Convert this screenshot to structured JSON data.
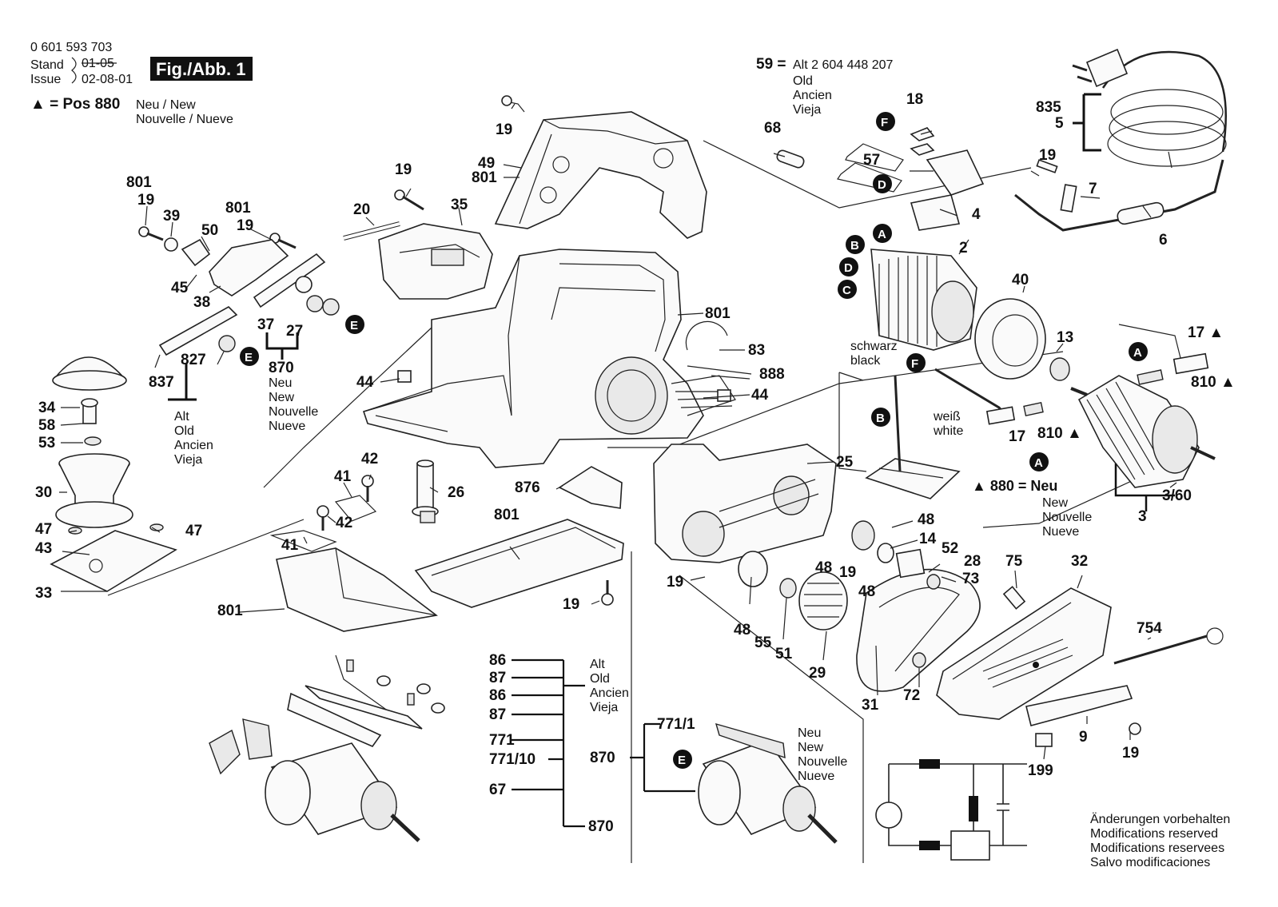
{
  "header": {
    "doc_number": "0 601 593 703",
    "stand_label": "Stand",
    "issue_label": "Issue",
    "old_date": "01-05",
    "issue_date": "02-08-01",
    "fig_badge": "Fig./Abb. 1",
    "pos_prefix": "▲ = Pos 880",
    "pos_note_1": "Neu / New",
    "pos_note_2": "Nouvelle / Nueve"
  },
  "alt_note": {
    "prefix": "59 =",
    "part_no": "Alt 2 604 448 207",
    "l1": "Old",
    "l2": "Ancien",
    "l3": "Vieja"
  },
  "note_blocks": {
    "alt_left": [
      "Alt",
      "Old",
      "Ancien",
      "Vieja"
    ],
    "neu_870": [
      "Neu",
      "New",
      "Nouvelle",
      "Nueve"
    ],
    "alt_blades": [
      "Alt",
      "Old",
      "Ancien",
      "Vieja"
    ],
    "neu_blades": [
      "Neu",
      "New",
      "Nouvelle",
      "Nueve"
    ],
    "neu_880": [
      "Neu",
      "New",
      "Nouvelle",
      "Nueve"
    ]
  },
  "wires": {
    "black_de": "schwarz",
    "black_en": "black",
    "white_de": "weiß",
    "white_en": "white"
  },
  "pos880": "▲ 880 = Neu",
  "footer": [
    "Änderungen vorbehalten",
    "Modifications reserved",
    "Modifications reservees",
    "Salvo modificaciones"
  ],
  "callouts": {
    "c835": "835",
    "c5": "5",
    "c19a": "19",
    "c7": "7",
    "c6": "6",
    "c18": "18",
    "c68": "68",
    "c57": "57",
    "c4": "4",
    "c19b": "19",
    "c49": "49",
    "c801a": "801",
    "c19c": "19",
    "c35": "35",
    "c20": "20",
    "c801b": "801",
    "c19d": "19",
    "c39": "39",
    "c50": "50",
    "c801c": "801",
    "c19e": "19",
    "c45": "45",
    "c38": "38",
    "c37": "37",
    "c27": "27",
    "c870a": "870",
    "c837": "837",
    "c827": "827",
    "c34": "34",
    "c58": "58",
    "c53": "53",
    "c30": "30",
    "c47a": "47",
    "c47b": "47",
    "c43": "43",
    "c33": "33",
    "c44a": "44",
    "c44b": "44",
    "c801d": "801",
    "c83": "83",
    "c888": "888",
    "c2": "2",
    "c40": "40",
    "c13": "13",
    "c17a": "17 ▲",
    "c810a": "810 ▲",
    "c17b": "17",
    "c810b": "810 ▲",
    "c360": "3/60",
    "c3": "3",
    "c42a": "42",
    "c41a": "41",
    "c42b": "42",
    "c41b": "41",
    "c26": "26",
    "c876": "876",
    "c801e": "801",
    "c801f": "801",
    "c19f": "19",
    "c25": "25",
    "c48a": "48",
    "c14": "14",
    "c52": "52",
    "c28": "28",
    "c73": "73",
    "c48b": "48",
    "c19g": "19",
    "c48c": "48",
    "c19h": "19",
    "c48d": "48",
    "c55": "55",
    "c51": "51",
    "c29": "29",
    "c75": "75",
    "c32": "32",
    "c31": "31",
    "c72": "72",
    "c754": "754",
    "c9": "9",
    "c19i": "19",
    "c199": "199",
    "c86a": "86",
    "c87a": "87",
    "c86b": "86",
    "c87b": "87",
    "c771": "771",
    "c77110": "771/10",
    "c67": "67",
    "c870b": "870",
    "c7711": "771/1",
    "c870c": "870"
  },
  "markers": {
    "A": "A",
    "B": "B",
    "C": "C",
    "D": "D",
    "E": "E",
    "F": "F"
  }
}
